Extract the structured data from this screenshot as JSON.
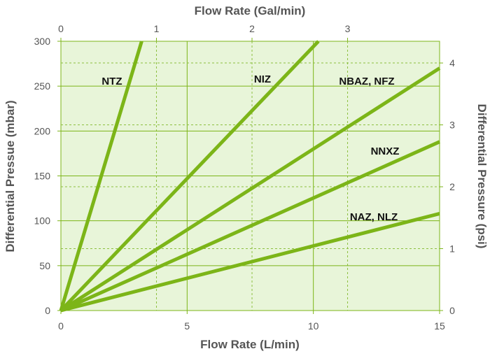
{
  "chart_data": {
    "type": "line",
    "x_axis_bottom": {
      "label": "Flow Rate (L/min)",
      "range": [
        0,
        15
      ],
      "ticks": [
        "0",
        "5",
        "10",
        "15"
      ]
    },
    "x_axis_top": {
      "label": "Flow Rate (Gal/min)",
      "range": [
        0,
        3.963
      ],
      "ticks": [
        "0",
        "1",
        "2",
        "3"
      ]
    },
    "y_axis_left": {
      "label": "Differential Pressue (mbar)",
      "range": [
        0,
        300
      ],
      "ticks": [
        "0",
        "50",
        "100",
        "150",
        "200",
        "250",
        "300"
      ]
    },
    "y_axis_right": {
      "label": "Differential Pressure (psi)",
      "range": [
        0,
        4.351
      ],
      "ticks": [
        "0",
        "1",
        "2",
        "3",
        "4"
      ]
    },
    "grid": true,
    "series": [
      {
        "name": "NTZ",
        "x": [
          0,
          3.2
        ],
        "y": [
          0,
          300
        ]
      },
      {
        "name": "NIZ",
        "x": [
          0,
          10.2
        ],
        "y": [
          0,
          300
        ]
      },
      {
        "name": "NBAZ, NFZ",
        "x": [
          0,
          15
        ],
        "y": [
          0,
          270
        ]
      },
      {
        "name": "NNXZ",
        "x": [
          0,
          15
        ],
        "y": [
          0,
          188
        ]
      },
      {
        "name": "NAZ, NLZ",
        "x": [
          0,
          15
        ],
        "y": [
          0,
          108
        ]
      }
    ],
    "colors": {
      "plot_background": "#e8f5d9",
      "line": "#7cb518",
      "solid_grid": "#7cb518",
      "dashed_grid": "#8cbf3f",
      "axis_text": "#555555"
    }
  }
}
